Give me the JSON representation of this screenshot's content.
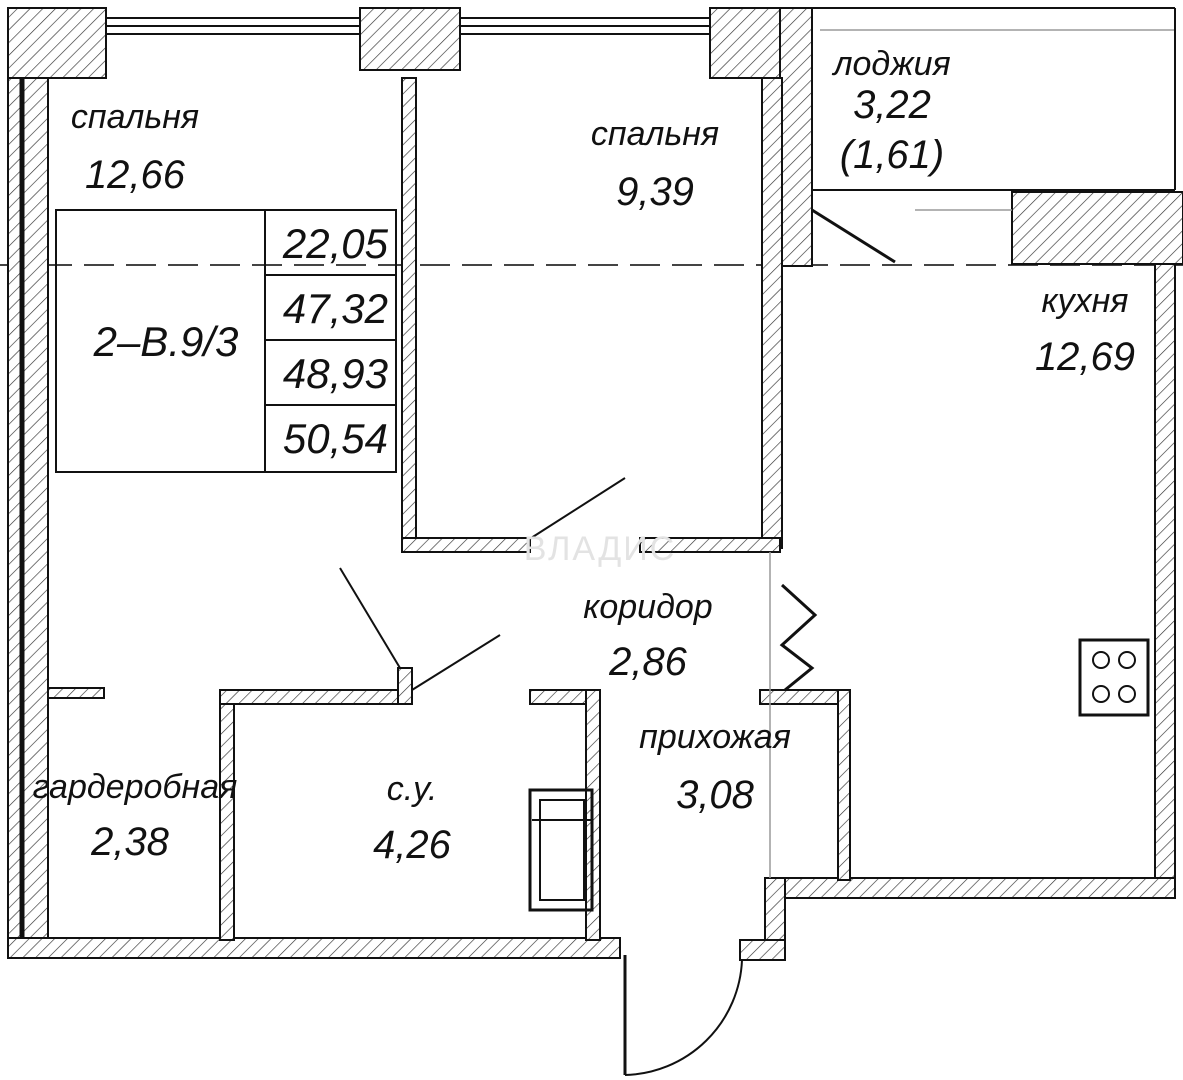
{
  "plan": {
    "code": "2–В.9/3",
    "areas": [
      "22,05",
      "47,32",
      "48,93",
      "50,54"
    ]
  },
  "rooms": {
    "bedroom_left": {
      "name": "спальня",
      "area": "12,66"
    },
    "bedroom_right": {
      "name": "спальня",
      "area": "9,39"
    },
    "loggia": {
      "name": "лоджия",
      "area": "3,22",
      "reduced_area": "(1,61)"
    },
    "kitchen": {
      "name": "кухня",
      "area": "12,69"
    },
    "corridor": {
      "name": "коридор",
      "area": "2,86"
    },
    "hall": {
      "name": "прихожая",
      "area": "3,08"
    },
    "wardrobe": {
      "name": "гардеробная",
      "area": "2,38"
    },
    "bathroom": {
      "name": "с.у.",
      "area": "4,26"
    }
  },
  "watermark": "ВЛАДИС",
  "colors": {
    "line": "#111111",
    "background": "#ffffff",
    "hatch": "#333333"
  }
}
